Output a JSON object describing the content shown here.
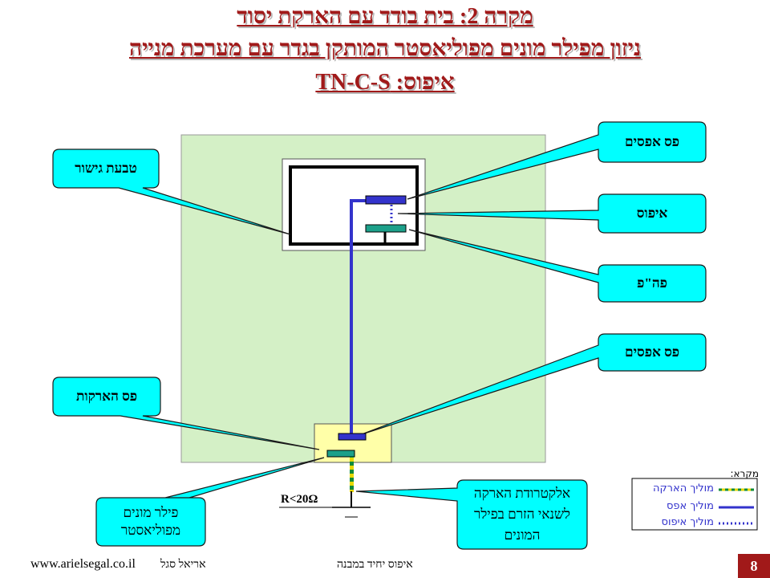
{
  "title": {
    "line1": "מקרה 2:   בית בודד עם הארקת יסוד",
    "line2": "ניזון מפילר מונים מפוליאסטר המותקן בגדר עם מערכת מנייה",
    "line3": "איפוס:   TN-C-S"
  },
  "labels": {
    "grounding_ring": "טבעת גישור",
    "neutral_bar_top": "פס אפסים",
    "bonding": "איפוס",
    "main_bonding_bar": "פה\"פ",
    "neutral_bar_pillar": "פס אפסים",
    "earth_bar": "פס הארקות",
    "meter_pillar": "פילר מונים מפוליאסטר",
    "earth_electrode": "אלקטרודת הארקה לשנאי הזרם בפילר המונים",
    "resistance": "R<20Ω"
  },
  "legend": {
    "title": "מקרא:",
    "items": [
      {
        "label": "מוליך הארקה",
        "style": "earth"
      },
      {
        "label": "מוליך אפס",
        "style": "neutral"
      },
      {
        "label": "מוליך איפוס",
        "style": "bonding"
      }
    ]
  },
  "footer": {
    "website": "www.arielsegal.co.il",
    "author": "אריאל סגל",
    "subject": "איפוס יחיד במבנה",
    "page": "8"
  },
  "colors": {
    "title": "#a11919",
    "callout": "#00ffff",
    "plot_area": "#d4f0c6",
    "pillar": "#ffffa8",
    "neutral": "#3333cc",
    "earth_bar": "#1ca08a",
    "earth_yellow": "#e6d800",
    "earth_green": "#0f8a3a"
  }
}
